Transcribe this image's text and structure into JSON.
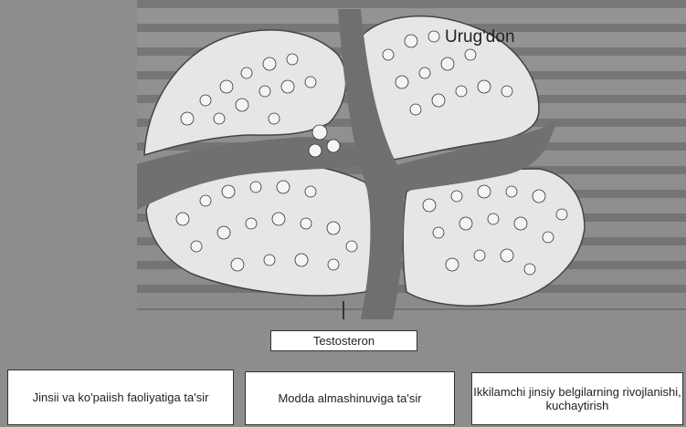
{
  "diagram": {
    "title": "Urug'don",
    "center_label": "Testosteron",
    "effects": [
      {
        "label": "Jinsii va ko'paiish faoliyatiga ta'sir"
      },
      {
        "label": "Modda almashinuviga ta'sir"
      },
      {
        "label": "Ikkilamchi jinsiy belgilarning rivojlanishi, kuchaytirish"
      }
    ]
  },
  "colors": {
    "background": "#8d8d8d",
    "box_fill": "#ffffff",
    "stroke": "#333333",
    "tissue": "#e8e8e8",
    "septum": "#6a6a6a"
  }
}
